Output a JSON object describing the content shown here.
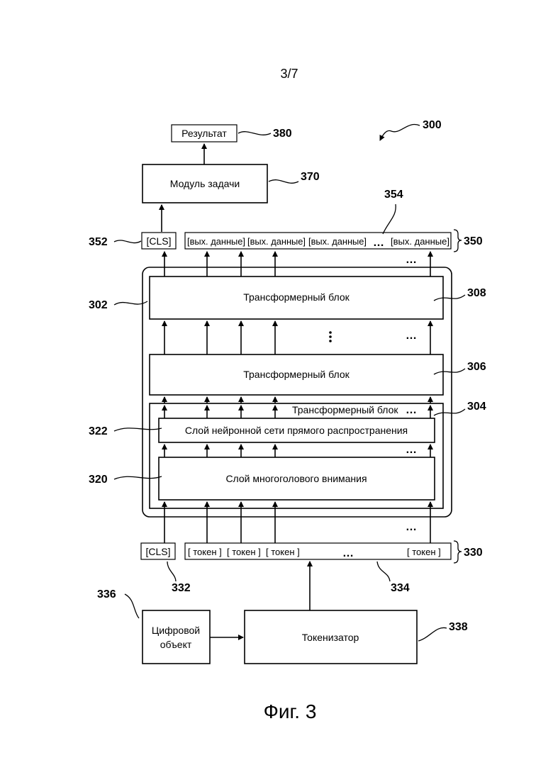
{
  "page_number": "3/7",
  "figure_caption": "Фиг. 3",
  "boxes": {
    "result": "Результат",
    "task_module": "Модуль задачи",
    "cls_out": "[CLS]",
    "out_data_1": "[вых. данные]",
    "out_data_2": "[вых. данные]",
    "out_data_3": "[вых. данные]",
    "out_data_last": "[вых. данные]",
    "transformer_top": "Трансформерный блок",
    "transformer_mid": "Трансформерный блок",
    "transformer_inner_title": "Трансформерный блок",
    "ffn_layer": "Слой нейронной сети прямого распространения",
    "mha_layer": "Слой многоголового внимания",
    "cls_in": "[CLS]",
    "token_1": "[ токен ]",
    "token_2": "[ токен ]",
    "token_3": "[ токен ]",
    "token_last": "[ токен ]",
    "digital_object_line1": "Цифровой",
    "digital_object_line2": "объект",
    "tokenizer": "Токенизатор"
  },
  "ellipsis": "…",
  "refs": {
    "r300": "300",
    "r380": "380",
    "r370": "370",
    "r354": "354",
    "r352": "352",
    "r350": "350",
    "r302": "302",
    "r308": "308",
    "r306": "306",
    "r304": "304",
    "r322": "322",
    "r320": "320",
    "r330": "330",
    "r332": "332",
    "r334": "334",
    "r336": "336",
    "r338": "338"
  }
}
